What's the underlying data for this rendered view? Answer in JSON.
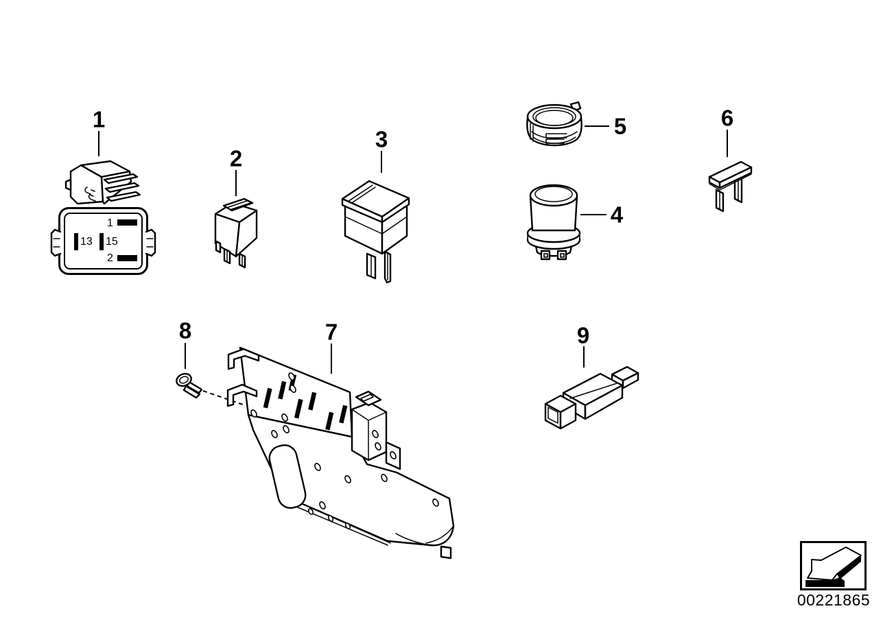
{
  "page": {
    "background_color": "#ffffff",
    "line_color": "#000000"
  },
  "callouts": [
    {
      "id": 1,
      "label": "1"
    },
    {
      "id": 2,
      "label": "2"
    },
    {
      "id": 3,
      "label": "3"
    },
    {
      "id": 4,
      "label": "4"
    },
    {
      "id": 5,
      "label": "5"
    },
    {
      "id": 6,
      "label": "6"
    },
    {
      "id": 7,
      "label": "7"
    },
    {
      "id": 8,
      "label": "8"
    },
    {
      "id": 9,
      "label": "9"
    }
  ],
  "relay_socket_pinout": {
    "pin_top": "1",
    "pin_left": "13",
    "pin_center": "15",
    "pin_bottom": "2"
  },
  "footer": {
    "doc_number": "00221865"
  },
  "icons": {
    "nav_arrow": "back-arrow-icon"
  }
}
